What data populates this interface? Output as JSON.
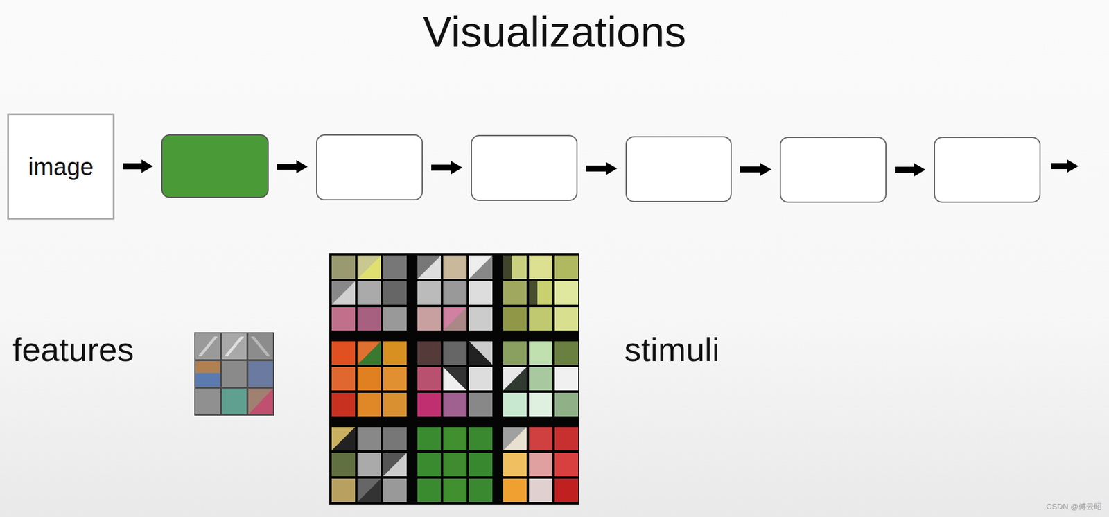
{
  "diagram": {
    "title": "Visualizations",
    "nodes": [
      {
        "text": [
          "image"
        ]
      },
      {
        "text": []
      },
      {
        "text": []
      },
      {
        "text": []
      },
      {
        "text": []
      },
      {
        "text": []
      },
      {
        "text": []
      }
    ],
    "edges": [
      {
        "from": 0,
        "to": 1,
        "arrow": "to"
      },
      {
        "from": 1,
        "to": 2,
        "arrow": "to"
      },
      {
        "from": 2,
        "to": 3,
        "arrow": "to"
      },
      {
        "from": 3,
        "to": 4,
        "arrow": "to"
      },
      {
        "from": 4,
        "to": 5,
        "arrow": "to"
      },
      {
        "from": 5,
        "to": 6,
        "arrow": "to"
      }
    ],
    "labels": [
      "features",
      "stimuli",
      "CSDN @傅云昭"
    ]
  }
}
